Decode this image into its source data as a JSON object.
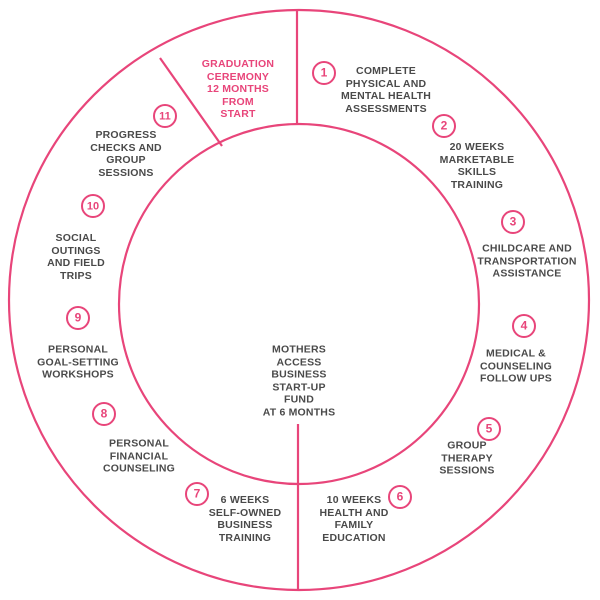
{
  "colors": {
    "accent": "#e8457a",
    "text": "#4a4a4a",
    "background": "#ffffff"
  },
  "center": {
    "text": "MOTHERS\nACCESS\nBUSINESS\nSTART-UP\nFUND\nAT 6 MONTHS"
  },
  "graduation": {
    "text": "GRADUATION\nCEREMONY\n12 MONTHS\nFROM\nSTART"
  },
  "steps": [
    {
      "number": "1",
      "label": "COMPLETE\nPHYSICAL AND\nMENTAL HEALTH\nASSESSMENTS"
    },
    {
      "number": "2",
      "label": "20 WEEKS\nMARKETABLE\nSKILLS\nTRAINING"
    },
    {
      "number": "3",
      "label": "CHILDCARE AND\nTRANSPORTATION\nASSISTANCE"
    },
    {
      "number": "4",
      "label": "MEDICAL &\nCOUNSELING\nFOLLOW UPS"
    },
    {
      "number": "5",
      "label": "GROUP\nTHERAPY\nSESSIONS"
    },
    {
      "number": "6",
      "label": "10 WEEKS\nHEALTH AND\nFAMILY\nEDUCATION"
    },
    {
      "number": "7",
      "label": "6 WEEKS\nSELF-OWNED\nBUSINESS\nTRAINING"
    },
    {
      "number": "8",
      "label": "PERSONAL\nFINANCIAL\nCOUNSELING"
    },
    {
      "number": "9",
      "label": "PERSONAL\nGOAL-SETTING\nWORKSHOPS"
    },
    {
      "number": "10",
      "label": "SOCIAL\nOUTINGS\nAND FIELD\nTRIPS"
    },
    {
      "number": "11",
      "label": "PROGRESS\nCHECKS AND\nGROUP\nSESSIONS"
    }
  ]
}
